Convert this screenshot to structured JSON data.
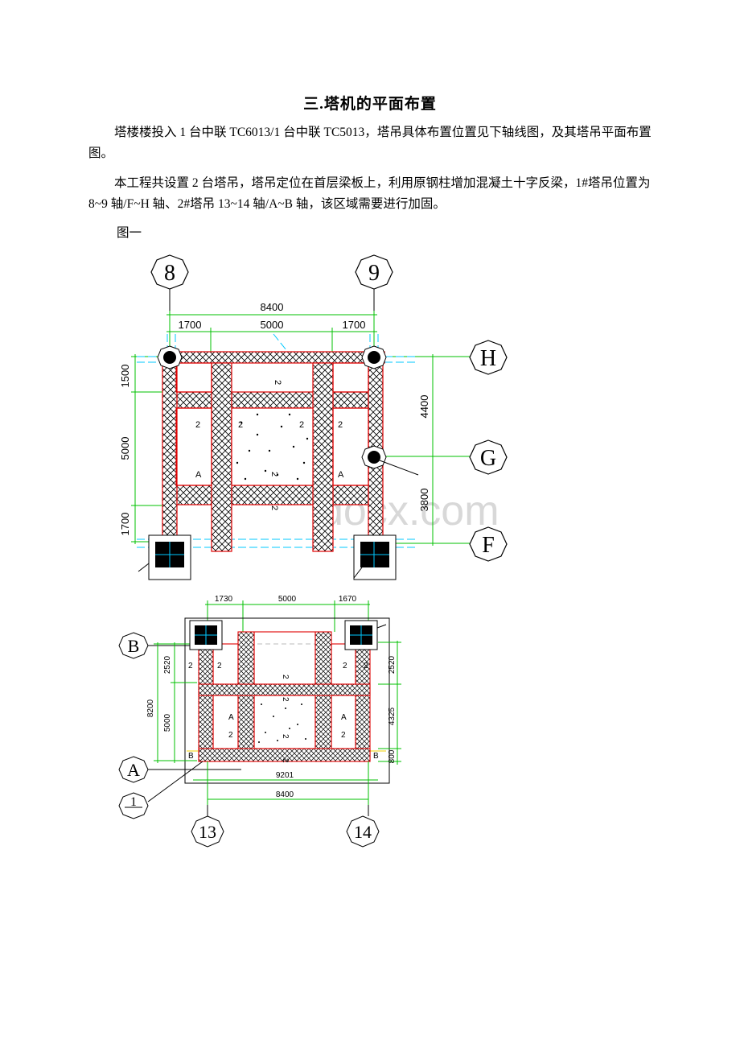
{
  "title": "三.塔机的平面布置",
  "paragraphs": [
    "塔楼楼投入 1 台中联 TC6013/1 台中联 TC5013，塔吊具体布置位置见下轴线图，及其塔吊平面布置图。",
    "本工程共设置 2 台塔吊，塔吊定位在首层梁板上，利用原钢柱增加混凝土十字反梁，1#塔吊位置为 8~9 轴/F~H 轴、2#塔吊 13~14 轴/A~B 轴，该区域需要进行加固。"
  ],
  "figure_label": "图一",
  "watermark": "docx.com",
  "drawing1": {
    "axes_top": [
      "8",
      "9"
    ],
    "axes_right": [
      "H",
      "G",
      "F"
    ],
    "dim_total": "8400",
    "dims_top": [
      "1700",
      "5000",
      "1700"
    ],
    "dims_left": [
      "1500",
      "5000",
      "1700"
    ],
    "dims_right": [
      "4400",
      "3800"
    ],
    "beam_marks": [
      "2",
      "2",
      "2",
      "2",
      "2",
      "2",
      "2",
      "A",
      "A"
    ]
  },
  "drawing2": {
    "axes_left": [
      "B",
      "A"
    ],
    "axes_bottom": [
      "13",
      "14"
    ],
    "section_mark": "1",
    "dims_top": [
      "1730",
      "5000",
      "1670"
    ],
    "dims_left_total": "8200",
    "dims_left": [
      "2520",
      "5000"
    ],
    "dims_right": [
      "2520",
      "4325",
      "800"
    ],
    "dim_inner": "9201",
    "dim_bottom": "8400",
    "beam_marks": [
      "2",
      "2",
      "2",
      "2",
      "2",
      "2",
      "2",
      "2",
      "A",
      "A",
      "2",
      "2",
      "B",
      "B"
    ]
  },
  "colors": {
    "beam": "#e00000",
    "dimension": "#00c000",
    "axis_line": "#00c8ff",
    "column": "#000000"
  }
}
